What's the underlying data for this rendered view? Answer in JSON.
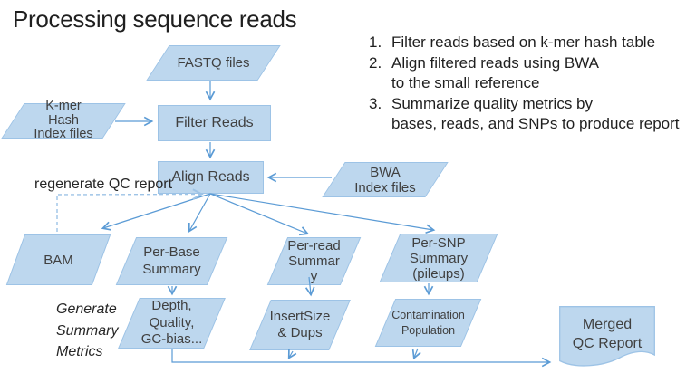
{
  "title": "Processing sequence reads",
  "steps": [
    {
      "num": "1.",
      "lines": [
        "Filter reads based on k-mer hash table",
        ""
      ]
    },
    {
      "num": "2.",
      "lines": [
        "Align filtered reads using BWA",
        "to the small reference"
      ]
    },
    {
      "num": "3.",
      "lines": [
        "Summarize quality metrics by",
        "bases, reads, and SNPs to produce report"
      ]
    }
  ],
  "labels": {
    "regenerate": "regenerate QC report",
    "generate_metrics": [
      "Generate",
      "Summary",
      "Metrics"
    ]
  },
  "shapes": {
    "fastq": {
      "lines": [
        "FASTQ files"
      ]
    },
    "kmer": {
      "lines": [
        "K-mer",
        "Hash",
        "Index files"
      ]
    },
    "filter": {
      "label": "Filter Reads"
    },
    "align": {
      "label": "Align Reads"
    },
    "bwa": {
      "lines": [
        "BWA",
        "Index files"
      ]
    },
    "bam": {
      "lines": [
        "BAM"
      ]
    },
    "per_base": {
      "lines": [
        "Per-Base",
        "Summary"
      ]
    },
    "per_read": {
      "lines": [
        "Per-read",
        "Summar",
        "y"
      ]
    },
    "per_snp": {
      "lines": [
        "Per-SNP",
        "Summary",
        "(pileups)"
      ]
    },
    "depth": {
      "lines": [
        "Depth,",
        "Quality,",
        "GC-bias..."
      ]
    },
    "insert": {
      "lines": [
        "InsertSize",
        "& Dups"
      ]
    },
    "contamination": {
      "lines": [
        "Contamination",
        "Population"
      ]
    },
    "merged": {
      "lines": [
        "Merged",
        "QC Report"
      ]
    }
  },
  "colors": {
    "shape_fill": "#BDD7EE",
    "shape_border": "#9DC3E6",
    "arrow": "#5B9BD5",
    "dashed_arrow": "#9DC3E6",
    "shape_text": "#404040",
    "body_text": "#1F1F1F"
  }
}
